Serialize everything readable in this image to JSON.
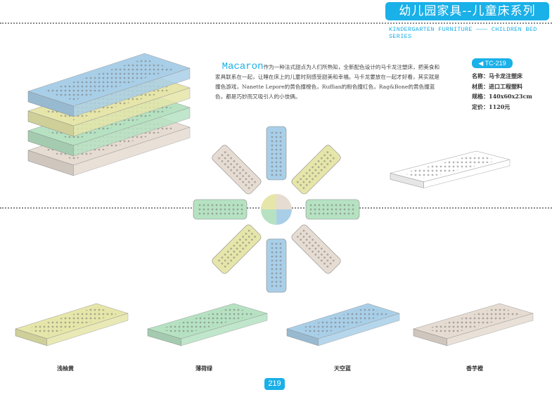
{
  "header": {
    "title": "幼儿园家具--儿童床系列",
    "subtitle": "KINDERGARTEN FURNITURE ——— CHILDREN BED SERIES"
  },
  "intro": {
    "brand": "Macaron",
    "text": "作为一种法式甜点为人们所熟知，全新配色设计的马卡龙注塑床，把美食和家具联系在一起，让睡在床上的儿童时刻感受甜美和幸福。马卡龙要放在一起才好看，其实就是撞色游戏，Nanette Lepore的黄色撞橙色，Ruffian的粉色撞红色，Rag&Bone的黄色撞蓝色，都是巧妙而又吸引人的小伎俩。"
  },
  "product": {
    "code": "◀ TC-219",
    "specs": [
      "名称：马卡龙注塑床",
      "材质：进口工程塑料",
      "规格：140x60x23cm",
      "定价：1120元"
    ]
  },
  "colors": [
    {
      "name": "浅柚黄",
      "hex": "#e6e6aa"
    },
    {
      "name": "薄荷绿",
      "hex": "#b6e2c2"
    },
    {
      "name": "天空蓝",
      "hex": "#a9cfe8"
    },
    {
      "name": "香芋橙",
      "hex": "#e6dcd2"
    }
  ],
  "accent": "#1ab0e8",
  "page_number": "219"
}
